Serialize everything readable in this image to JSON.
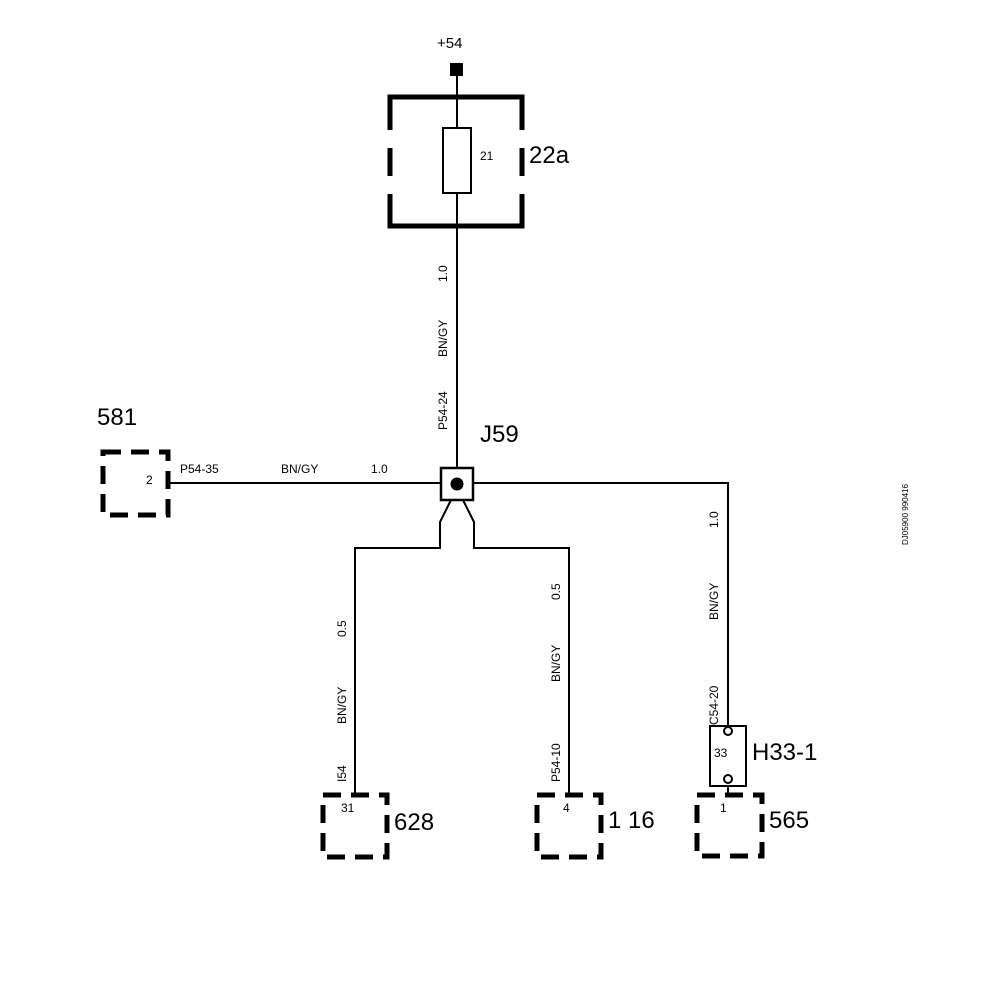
{
  "supply": {
    "label": "+54"
  },
  "fuse_block": {
    "label": "22a",
    "fuse_number": "21"
  },
  "wires": {
    "main": {
      "size": "1.0",
      "color": "BN/GY"
    },
    "left": {
      "pin": "P54-35",
      "color": "BN/GY",
      "size": "1.0"
    },
    "right": {
      "size": "1.0",
      "color": "BN/GY",
      "pin": "C54-20"
    },
    "drop_628": {
      "size": "0.5",
      "color": "BN/GY",
      "pin": "I54"
    },
    "drop_116": {
      "size": "0.5",
      "color": "BN/GY",
      "pin": "P54-10"
    }
  },
  "junction": {
    "label": "J59",
    "pin": "P54-24"
  },
  "connectors": {
    "c581": {
      "label": "581",
      "pin": "2"
    },
    "c628": {
      "label": "628",
      "pin": "31"
    },
    "c116": {
      "label": "1 16",
      "pin": "4"
    },
    "c565": {
      "label": "565",
      "pin": "1"
    }
  },
  "h33": {
    "label": "H33-1",
    "pin": "33"
  },
  "doc_id": "DJ05900 990416"
}
